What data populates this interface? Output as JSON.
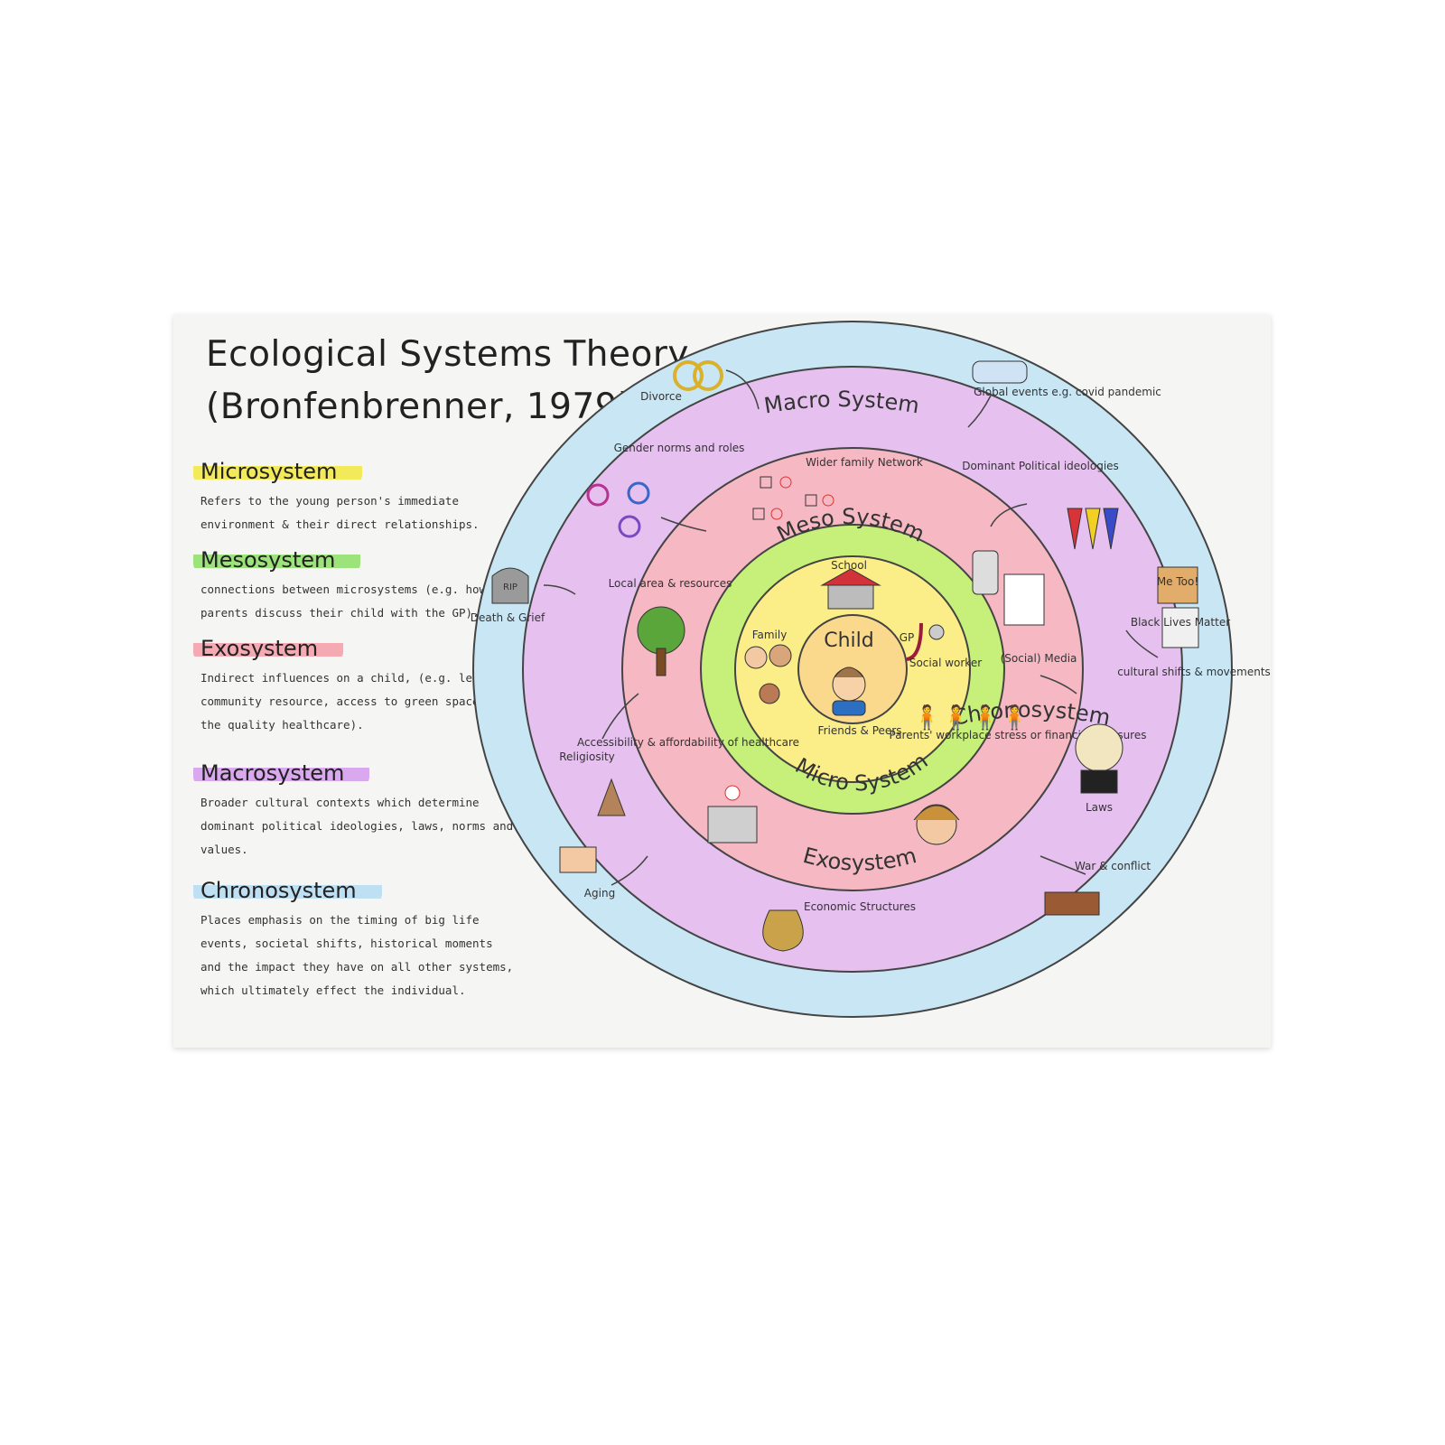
{
  "title": {
    "line1": "Ecological Systems Theory",
    "line2": "(Bronfenbrenner, 1979)"
  },
  "definitions": [
    {
      "heading": "Microsystem",
      "highlight": "#f3ea5a",
      "text": "Refers to the young person's immediate environment & their direct relationships."
    },
    {
      "heading": "Mesosystem",
      "highlight": "#9be37a",
      "text": "connections between microsystems (e.g. how parents discuss their child with the GP)."
    },
    {
      "heading": "Exosystem",
      "highlight": "#f5a9b3",
      "text": "Indirect influences on a child, (e.g. level of community resource, access to green spaces and the quality healthcare)."
    },
    {
      "heading": "Macrosystem",
      "highlight": "#d9a8ef",
      "text": "Broader cultural contexts which determine dominant political ideologies, laws, norms and values."
    },
    {
      "heading": "Chronosystem",
      "highlight": "#bfe0f2",
      "text": "Places emphasis on the timing of big life events, societal shifts, historical moments and the impact they have on all other systems, which ultimately effect the individual."
    }
  ],
  "rings": {
    "chrono": {
      "label": "Chronosystem",
      "color": "#c9e6f5"
    },
    "macro": {
      "label": "Macro System",
      "color": "#e6c0ef"
    },
    "exo": {
      "label": "Exosystem",
      "color": "#f6b8c3"
    },
    "meso": {
      "label": "Meso System",
      "color": "#c6f07a"
    },
    "micro": {
      "label": "Micro System",
      "color": "#fbee88"
    },
    "child": {
      "label": "Child",
      "color": "#fbd98c"
    }
  },
  "micro_items": {
    "school": "School",
    "family": "Family",
    "gp": "GP",
    "social_worker": "Social worker",
    "friends": "Friends & Peers"
  },
  "exo_items": {
    "wider_family": "Wider family Network",
    "local_area": "Local area & resources",
    "social_media": "(Social) Media",
    "accessibility": "Accessibility & affordability of healthcare",
    "parents_work": "Parents' workplace stress or financial pressures",
    "economic": "Economic Structures"
  },
  "macro_items": {
    "gender": "Gender norms and roles",
    "political": "Dominant Political ideologies",
    "religiosity": "Religiosity",
    "laws": "Laws"
  },
  "chrono_items": {
    "divorce": "Divorce",
    "global": "Global events e.g. covid pandemic",
    "death": "Death & Grief",
    "rip": "RIP",
    "cultural": "cultural shifts & movements",
    "placard1": "Me Too!",
    "placard2": "Black Lives Matter",
    "aging": "Aging",
    "war": "War & conflict"
  }
}
